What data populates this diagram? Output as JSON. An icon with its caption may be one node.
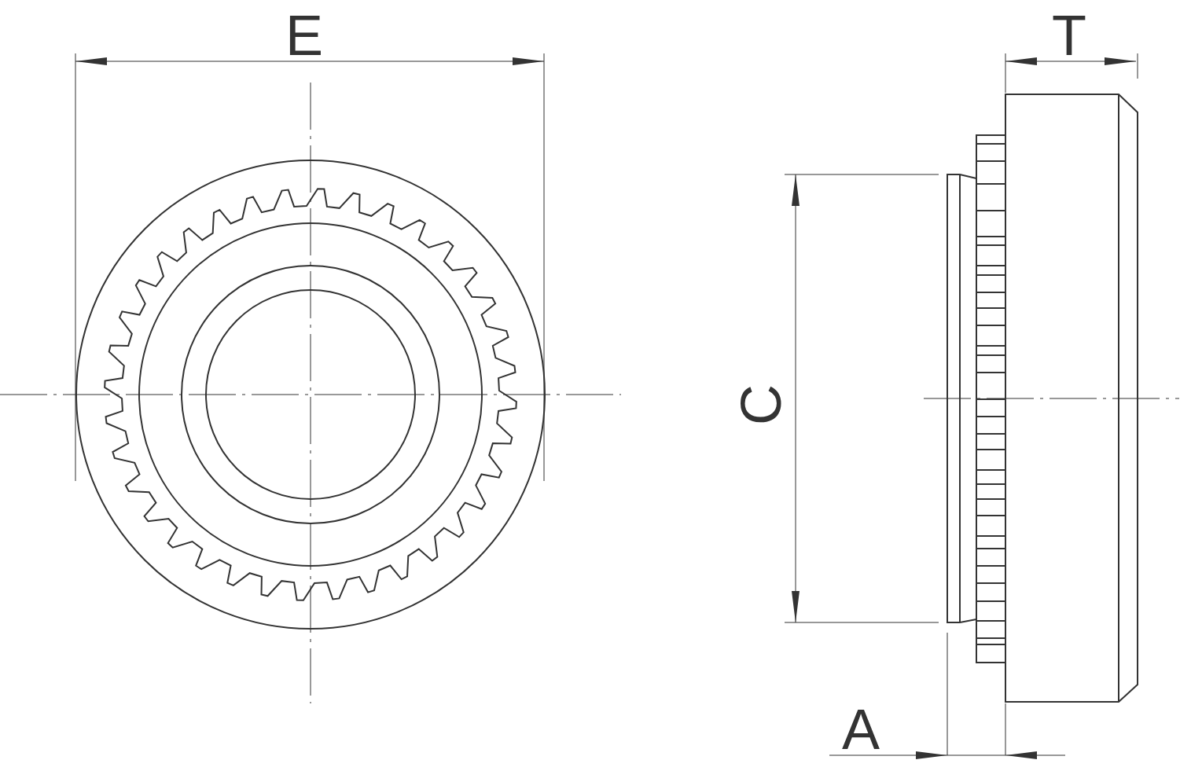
{
  "diagram": {
    "labels": [
      "E",
      "T",
      "C",
      "A"
    ]
  }
}
